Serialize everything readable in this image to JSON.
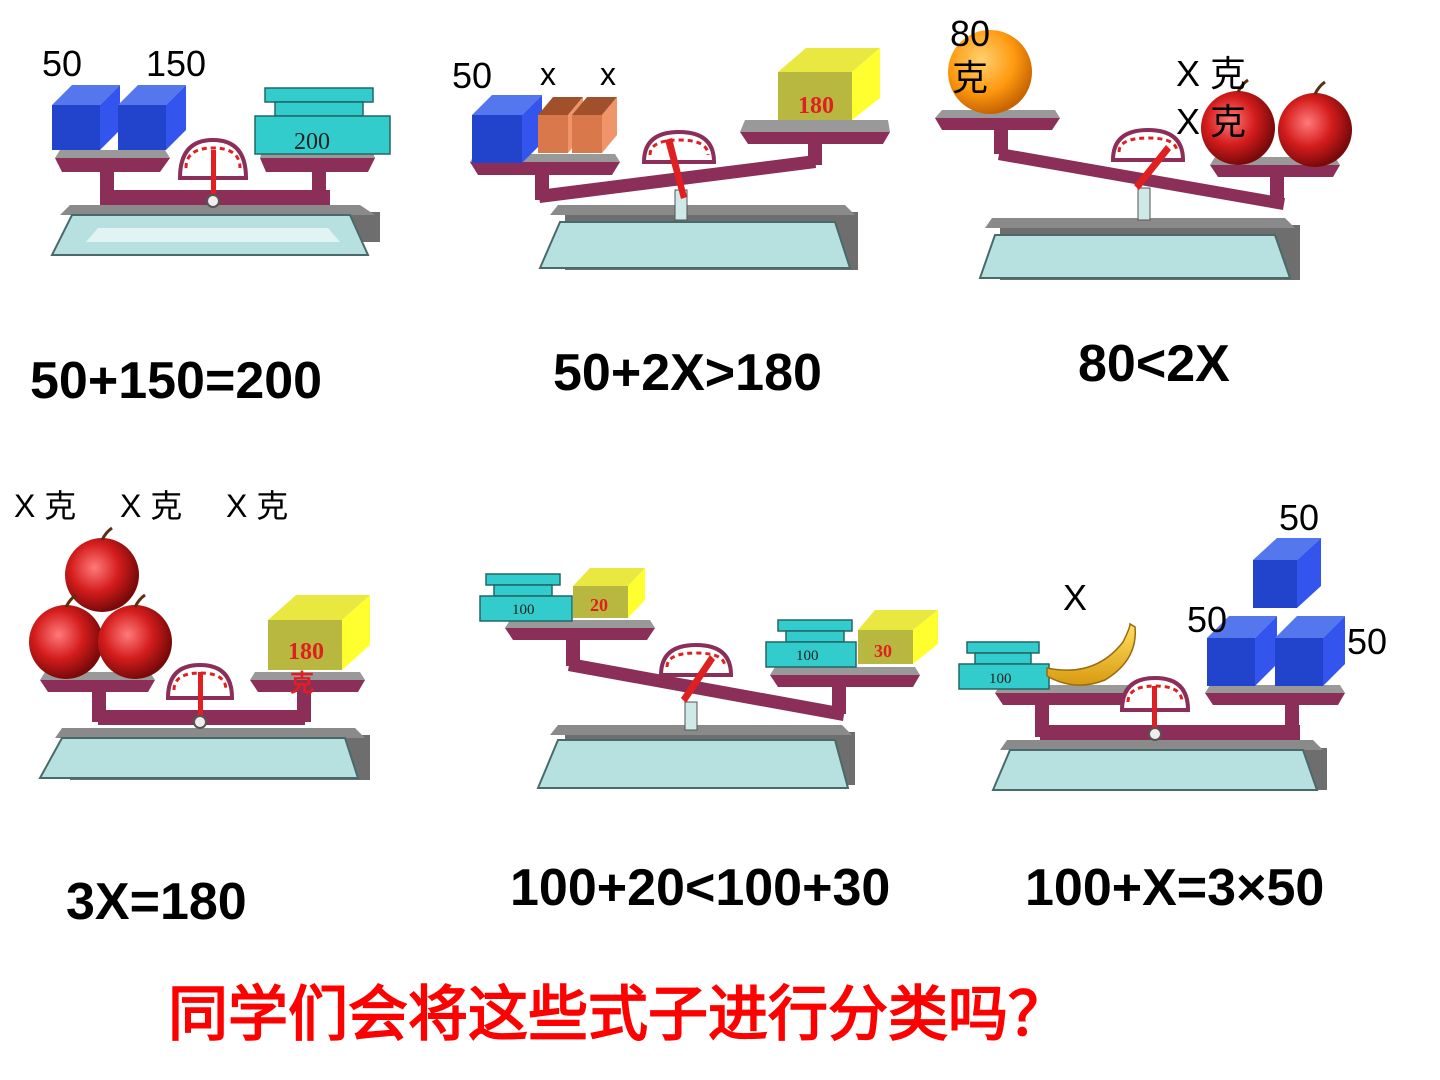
{
  "panels": [
    {
      "labels": {
        "left_a": "50",
        "left_b": "150"
      },
      "weights": {
        "right": "200"
      },
      "equation": "50+150=200"
    },
    {
      "labels": {
        "left_a": "50",
        "left_b": "x",
        "left_c": "x"
      },
      "weights": {
        "right": "180"
      },
      "equation": "50+2X>180"
    },
    {
      "labels": {
        "left_top": "80",
        "left_bottom": "克",
        "right_a": "X 克",
        "right_b": "X 克"
      },
      "equation": "80<2X"
    },
    {
      "labels": {
        "a": "X 克",
        "b": "X 克",
        "c": "X 克"
      },
      "weights": {
        "right": "180",
        "right_unit": "克"
      },
      "equation": "3X=180"
    },
    {
      "weights": {
        "left_base": "100",
        "left_block": "20",
        "right_base": "100",
        "right_block": "30"
      },
      "equation": "100+20<100+30"
    },
    {
      "labels": {
        "banana": "X",
        "top": "50",
        "left": "50",
        "right": "50"
      },
      "weights": {
        "left_base": "100"
      },
      "equation": "100+X=3×50"
    }
  ],
  "question": "同学们会将这些式子进行分类吗？",
  "colors": {
    "blue_cube": "#2244cc",
    "orange_block": "#f0956a",
    "olive_block": "#b8b840",
    "teal_weight": "#33cccc",
    "scale_beam": "#8b2e58",
    "scale_base": "#b7e1e1",
    "apple_red": "#d41c1c",
    "banana_yellow": "#f2c020",
    "question_red": "#ff0000"
  }
}
